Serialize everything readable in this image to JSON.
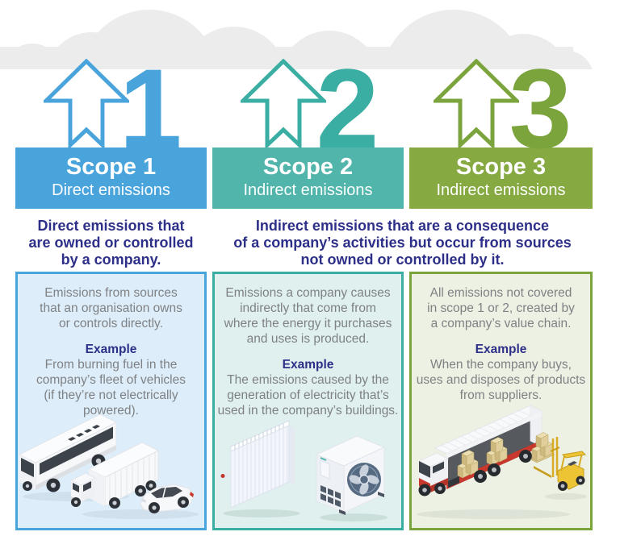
{
  "palette": {
    "blue": "#4AA4DC",
    "teal": "#52B5AB",
    "teal_accent": "#3BAEA3",
    "green": "#86A942",
    "green_accent": "#7BA43C",
    "light_blue": "#DDEEFA",
    "light_teal": "#DFF0EE",
    "light_green": "#EDF1E3",
    "navy": "#2D2F88",
    "text_gray": "#7F8184",
    "cloud_gray": "#ECECEC"
  },
  "scopes": [
    {
      "number": "1",
      "title": "Scope 1",
      "subtitle": "Direct emissions",
      "summary_lines": [
        "Direct emissions that",
        "are owned or controlled",
        "by a company."
      ],
      "description_lines": [
        "Emissions from sources",
        "that an organisation owns",
        "or controls directly."
      ],
      "example_label": "Example",
      "example_lines": [
        "From burning fuel in the",
        "company’s fleet of vehicles",
        "(if they’re not electrically powered)."
      ],
      "illustration": "bus, truck and car"
    },
    {
      "number": "2",
      "title": "Scope 2",
      "subtitle": "Indirect emissions",
      "description_lines": [
        "Emissions a company causes",
        "indirectly that come from",
        "where the energy it purchases",
        "and uses is produced."
      ],
      "example_label": "Example",
      "example_lines": [
        "The emissions caused by the",
        "generation of electricity that’s",
        "used in the company’s buildings."
      ],
      "illustration": "radiator and air-conditioner unit"
    },
    {
      "number": "3",
      "title": "Scope 3",
      "subtitle": "Indirect emissions",
      "description_lines": [
        "All emissions not covered",
        "in scope 1 or 2, created by",
        "a company’s value chain."
      ],
      "example_label": "Example",
      "example_lines": [
        "When the company buys,",
        "uses and disposes of products",
        "from suppliers."
      ],
      "illustration": "cargo truck loaded by forklift"
    }
  ],
  "shared_summary_lines": [
    "Indirect emissions that are a consequence",
    "of a company’s activities but occur from sources",
    "not owned or controlled by it."
  ]
}
